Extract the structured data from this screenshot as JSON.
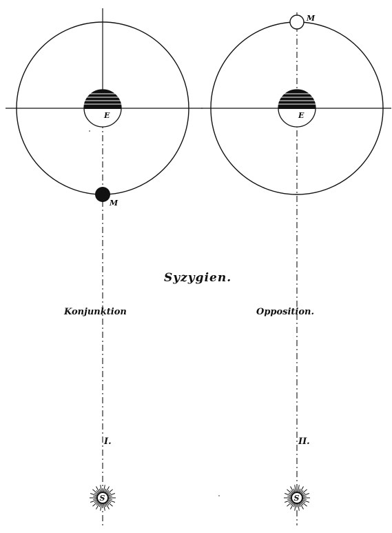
{
  "heading": "Syzygien.",
  "panels": [
    {
      "label": "Konjunktion",
      "numeral": "I.",
      "earth_label": "E",
      "moon_label": "M",
      "sun_label": "S",
      "moon_phase": "new"
    },
    {
      "label": "Opposition.",
      "numeral": "II.",
      "earth_label": "E",
      "moon_label": "M",
      "sun_label": "S",
      "moon_phase": "full"
    }
  ],
  "colors": {
    "ink": "#111111",
    "paper": "#ffffff"
  }
}
